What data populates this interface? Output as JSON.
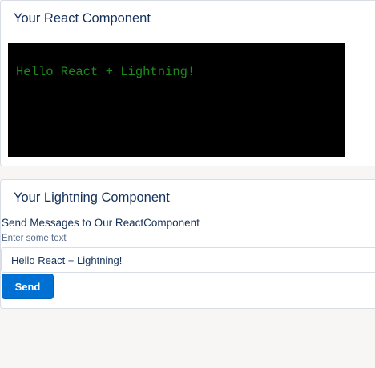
{
  "react_card": {
    "title": "Your React Component",
    "terminal_text": "Hello React + Lightning!"
  },
  "lightning_card": {
    "title": "Your Lightning Component",
    "section_label": "Send Messages to Our ReactComponent",
    "field_label": "Enter some text",
    "input_value": "Hello React + Lightning!",
    "send_label": "Send"
  },
  "colors": {
    "page_background": "#f7f6f4",
    "terminal_background": "#000000",
    "terminal_text": "#1e8a1e",
    "button_brand": "#0070d2",
    "title_text": "#16325c"
  }
}
